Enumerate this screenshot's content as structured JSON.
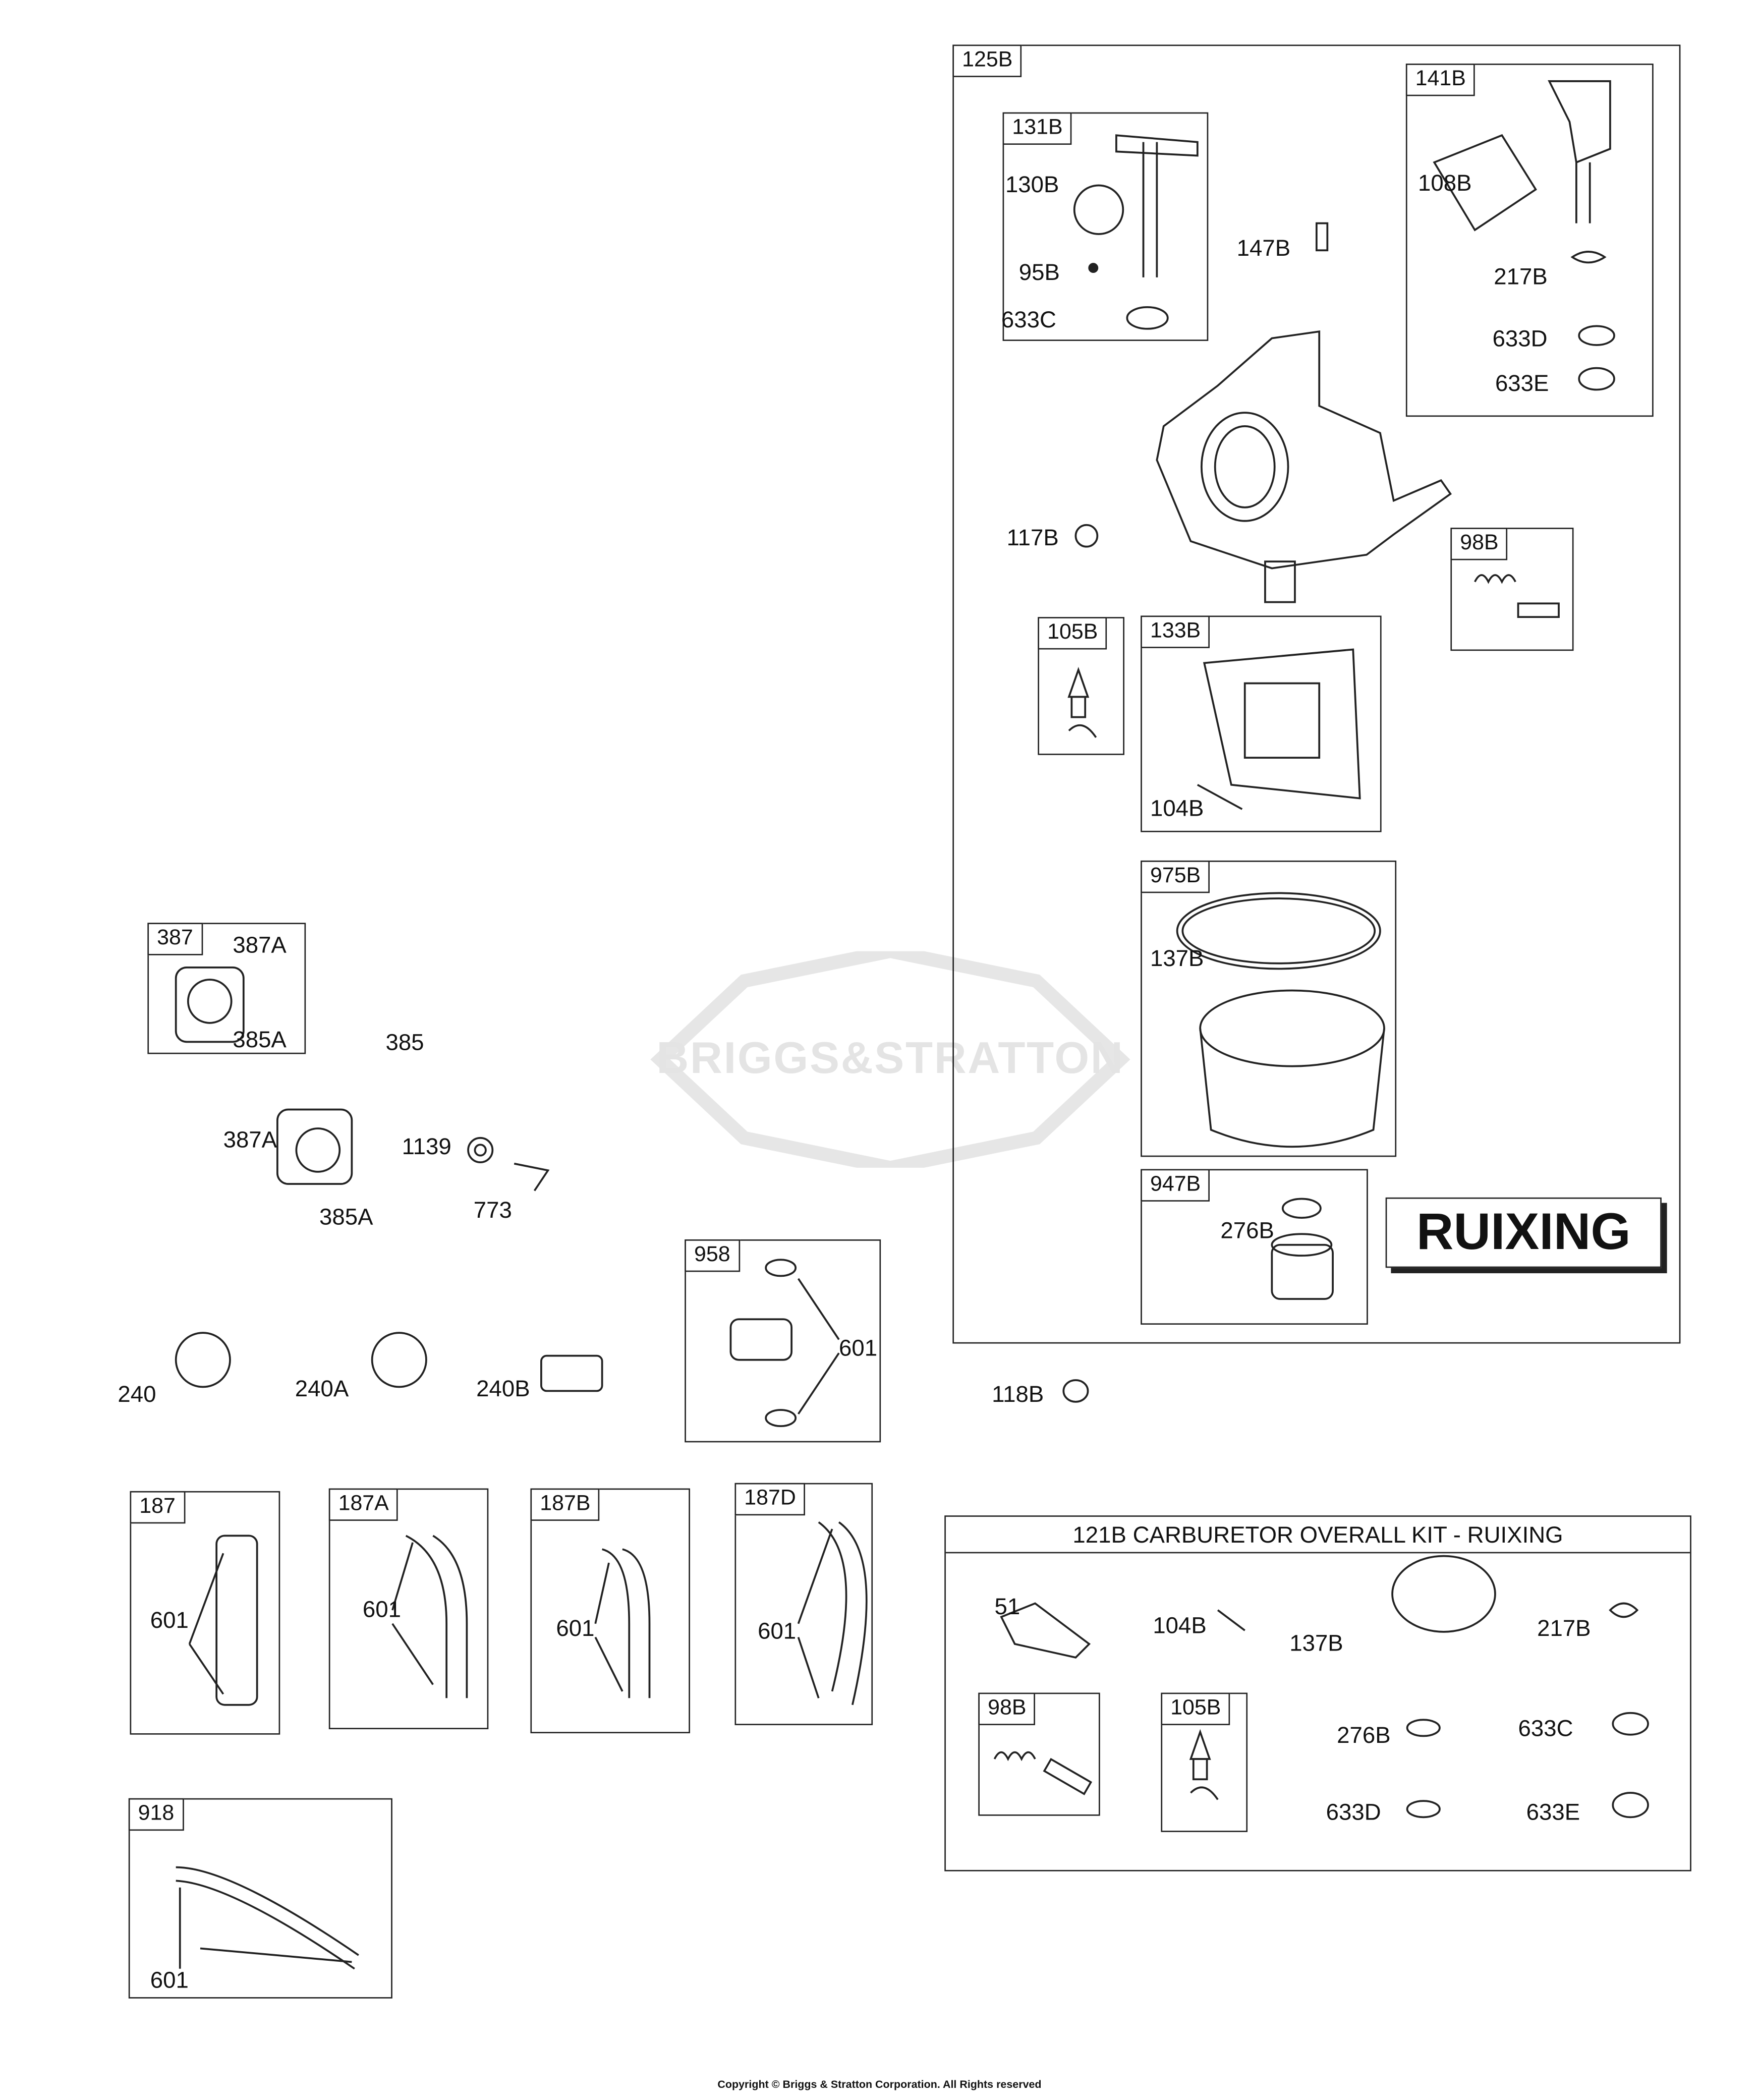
{
  "boxes": {
    "b125B": "125B",
    "b131B": "131B",
    "b141B": "141B",
    "b98B": "98B",
    "b105B": "105B",
    "b133B": "133B",
    "b975B": "975B",
    "b947B": "947B",
    "b387": "387",
    "b958": "958",
    "b187": "187",
    "b187A": "187A",
    "b187B": "187B",
    "b187D": "187D",
    "b918": "918",
    "k98B": "98B",
    "k105B": "105B"
  },
  "ruixing_label": "RUIXING",
  "kit_title": "121B CARBURETOR OVERALL KIT - RUIXING",
  "labels": [
    "130B",
    "95B",
    "633C",
    "147B",
    "108B",
    "217B",
    "633D",
    "633E",
    "117B",
    "104B",
    "137B",
    "276B",
    "387A",
    "385A",
    "385",
    "387A",
    "1139",
    "385A",
    "773",
    "240",
    "240A",
    "240B",
    "601",
    "118B",
    "601",
    "601",
    "601",
    "601",
    "601",
    "51",
    "104B",
    "137B",
    "217B",
    "276B",
    "633C",
    "633D",
    "633E"
  ],
  "watermark": "BRIGGS&STRATTON",
  "copyright": "Copyright © Briggs & Stratton Corporation. All Rights reserved"
}
